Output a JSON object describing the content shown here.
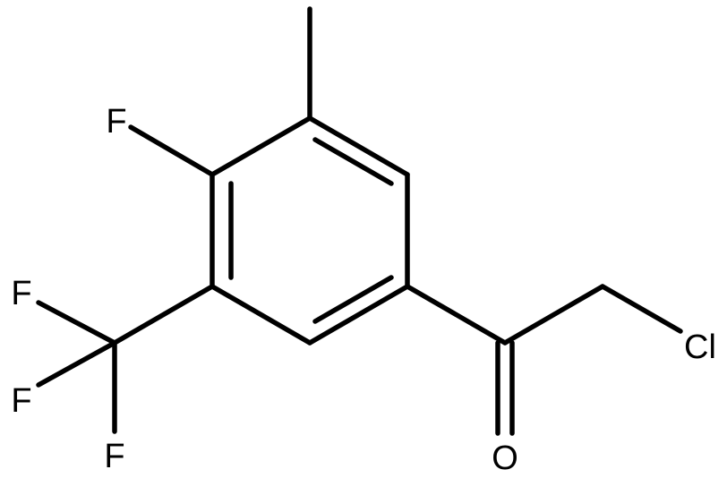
{
  "molecule": {
    "atoms": {
      "fluoro": "F",
      "cf3_f1": "F",
      "cf3_f2": "F",
      "cf3_f3": "F",
      "oxygen": "O",
      "chlorine": "Cl"
    },
    "colors": {
      "bond": "#000000",
      "label": "#000000",
      "background": "#ffffff"
    }
  }
}
